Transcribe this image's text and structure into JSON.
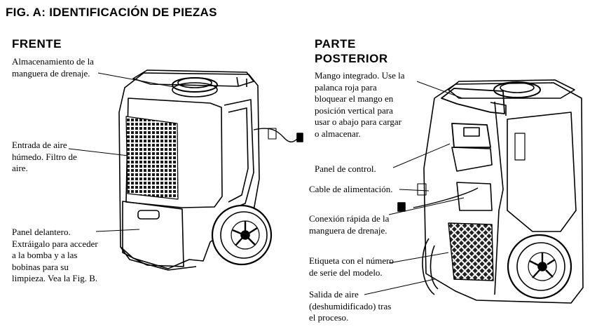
{
  "title": "FIG. A: IDENTIFICACIÓN DE PIEZAS",
  "front": {
    "heading": "FRENTE",
    "labels": {
      "hose_storage": "Almacenamiento de la\nmanguera de drenaje.",
      "air_inlet": "Entrada de aire\nhúmedo. Filtro de\naire.",
      "front_panel": "Panel delantero.\nExtráigalo para acceder\na la bomba y a las\nbobinas para su\nlimpieza. Vea la Fig. B."
    }
  },
  "back": {
    "heading": "PARTE\nPOSTERIOR",
    "labels": {
      "handle": "Mango integrado. Use la\npalanca roja para\nbloquear el mango en\nposición vertical para\nusar o abajo para cargar\no almacenar.",
      "control_panel": "Panel de control.",
      "power_cord": "Cable de alimentación.",
      "quick_connect": "Conexión rápida de la\nmanguera de drenaje.",
      "serial_label": "Etiqueta con el número\nde serie del modelo.",
      "air_outlet": "Salida de aire\n(deshumidificado) tras\nel proceso."
    }
  }
}
